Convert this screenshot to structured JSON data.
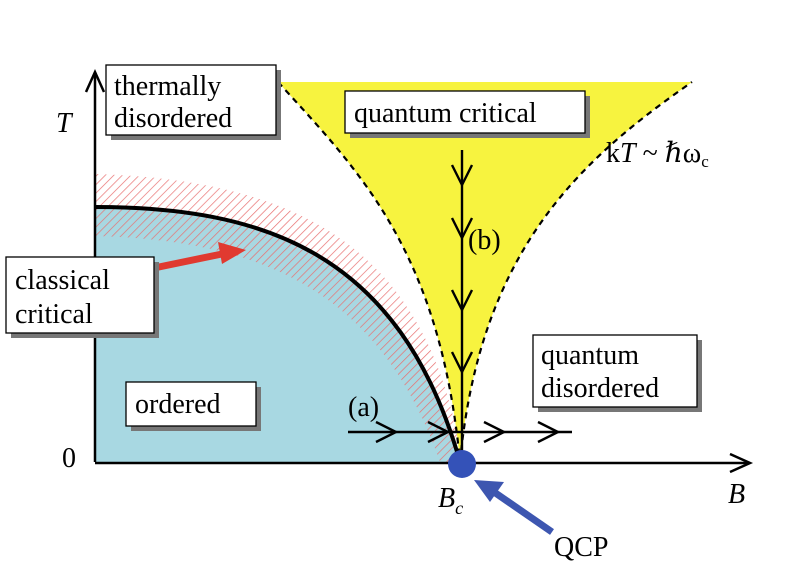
{
  "diagram": {
    "axes": {
      "x_label": "B",
      "y_label": "T",
      "origin_label": "0"
    },
    "regions": {
      "thermally_disordered": [
        "thermally",
        "disordered"
      ],
      "quantum_critical": "quantum critical",
      "quantum_disordered": [
        "quantum",
        "disordered"
      ],
      "ordered": "ordered",
      "classical_critical": [
        "classical",
        "critical"
      ]
    },
    "crossover_label": {
      "prefix": "k",
      "T": "T",
      "rest": " ~ ℏω",
      "sub": "c"
    },
    "paths": {
      "a": "(a)",
      "b": "(b)"
    },
    "critical_point": {
      "B": "B",
      "sub": "c",
      "name": "QCP"
    },
    "colors": {
      "ordered": "#a8d8e2",
      "quantum_critical": "#f7f33f",
      "classical_hatch": "#e87070",
      "red_arrow": "#e03a30",
      "blue_arrow": "#3d56b0",
      "qcp_dot": "#3452b8"
    }
  }
}
